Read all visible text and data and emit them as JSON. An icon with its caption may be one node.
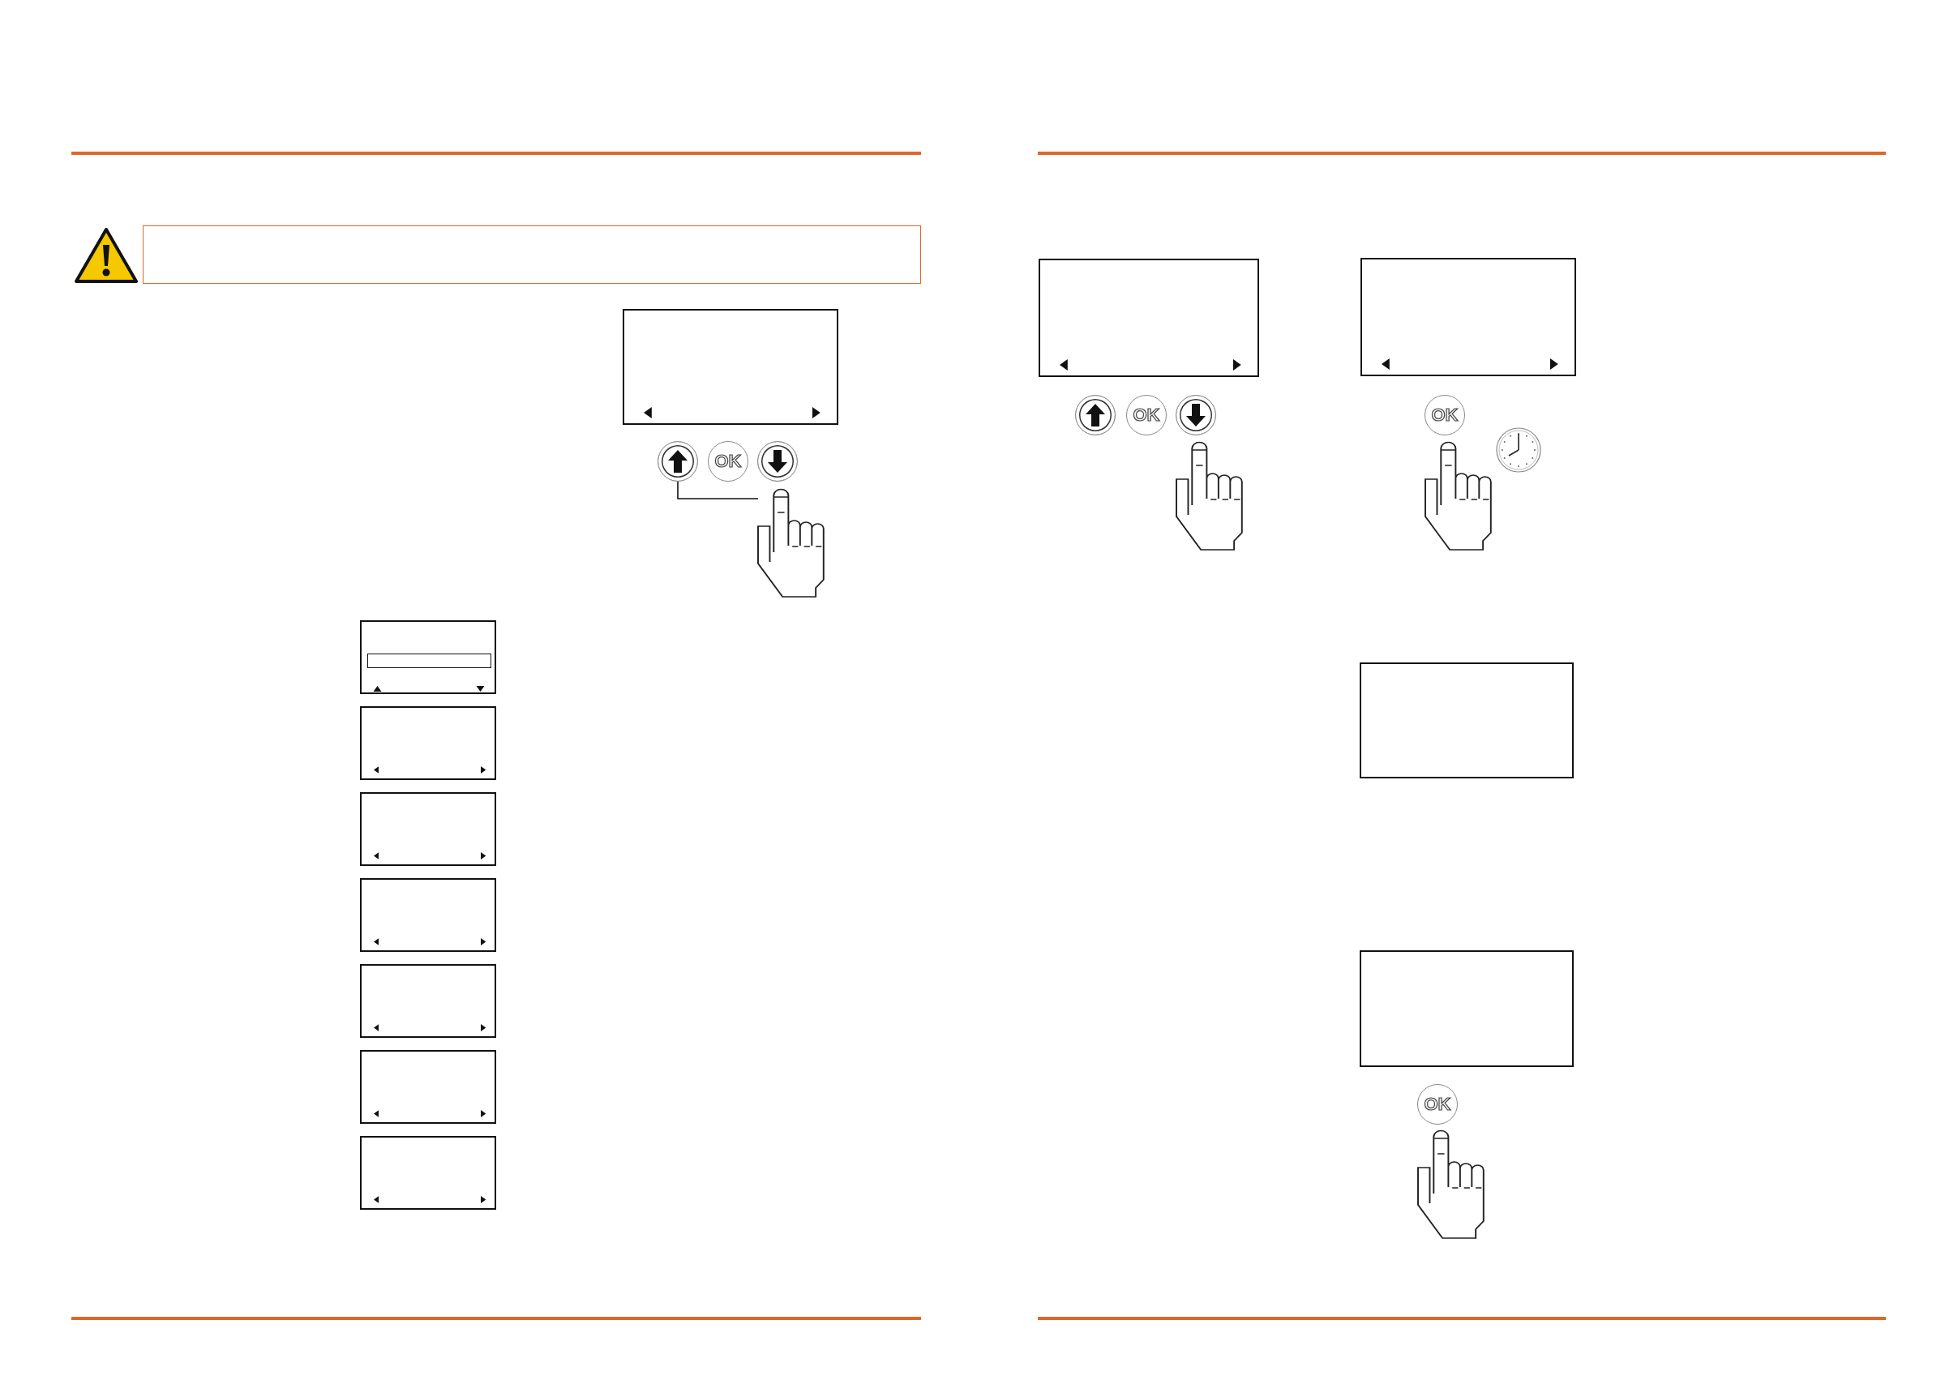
{
  "diagram": {
    "nodes": [
      {
        "text": [],
        "shape": "box"
      },
      {
        "text": [],
        "shape": "box"
      },
      {
        "text": [],
        "shape": "circle"
      },
      {
        "text": [
          "OK"
        ]
      },
      {
        "text": [],
        "shape": "circle"
      },
      {
        "text": [],
        "shape": "hand"
      },
      {
        "text": [],
        "shape": "box"
      },
      {
        "text": [],
        "shape": "box"
      },
      {
        "text": [],
        "shape": "box"
      },
      {
        "text": [],
        "shape": "box"
      },
      {
        "text": [],
        "shape": "box"
      },
      {
        "text": [],
        "shape": "box"
      },
      {
        "text": [],
        "shape": "box"
      },
      {
        "text": [],
        "shape": "box"
      },
      {
        "text": [],
        "shape": "circle"
      },
      {
        "text": [
          "OK"
        ]
      },
      {
        "text": [],
        "shape": "circle"
      },
      {
        "text": [],
        "shape": "hand"
      },
      {
        "text": [],
        "shape": "box"
      },
      {
        "text": [
          "OK"
        ]
      },
      {
        "text": [],
        "shape": "hand"
      },
      {
        "text": [],
        "shape": "box"
      },
      {
        "text": [],
        "shape": "box"
      },
      {
        "text": [
          "OK"
        ]
      },
      {
        "text": [],
        "shape": "hand"
      }
    ],
    "edges": [
      {
        "from": 2,
        "to": 5,
        "arrow": "none"
      }
    ]
  }
}
